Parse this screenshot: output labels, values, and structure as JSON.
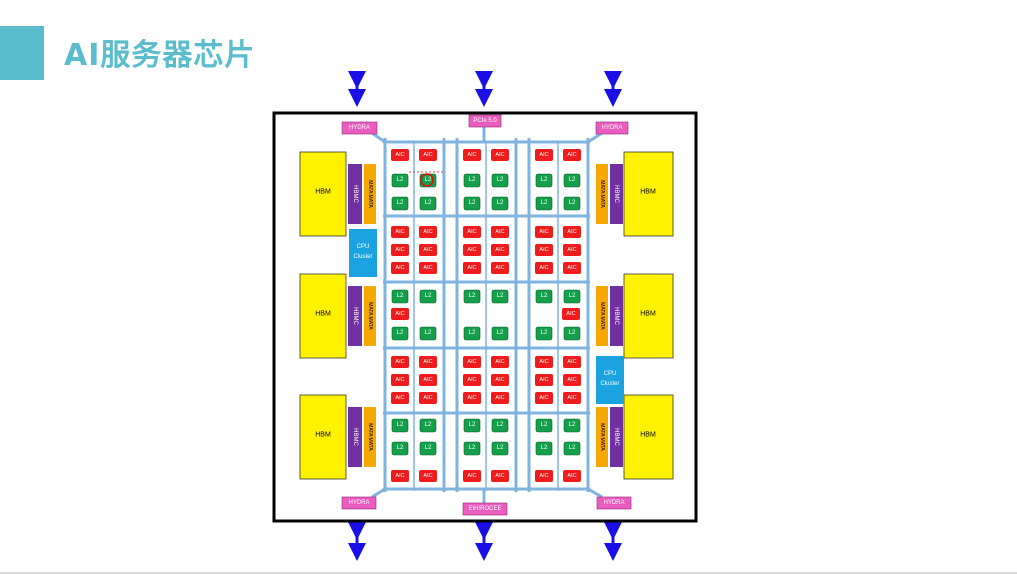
{
  "slide": {
    "title": "AI服务器芯片"
  },
  "colors": {
    "accent": "#5bbccd",
    "aic": "#ee1c1c",
    "l2": "#14a04a",
    "hbm": "#fff200",
    "hbmc": "#7030a0",
    "phy": "#f6a800",
    "cpu": "#1aa3e0",
    "port": "#ea5cbd",
    "mesh": "#7fb3e0",
    "arrow": "#1a10e6"
  },
  "chip": {
    "port_top": "PCIe 5.0",
    "port_bottom": "EtH/ROCEE",
    "hydra": "HYDRA",
    "hbm": "HBM",
    "hbmc": "HBMC",
    "phy": "MATA MATA",
    "cpu_line1": "CPU",
    "cpu_line2": "Cluster",
    "aic": "AIC",
    "l2": "L2"
  }
}
